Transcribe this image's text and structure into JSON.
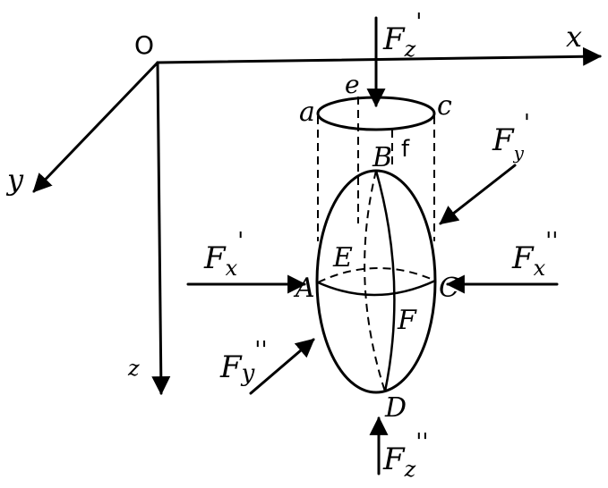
{
  "origin": "O",
  "axes": {
    "x": "x",
    "y": "y",
    "z": "z"
  },
  "forces": {
    "fz_top": {
      "main": "F",
      "sub": "z",
      "sup": "'"
    },
    "fy_top": {
      "main": "F",
      "sub": "y",
      "sup": "'"
    },
    "fx_left": {
      "main": "F",
      "sub": "x",
      "sup": "'"
    },
    "fx_right": {
      "main": "F",
      "sub": "x",
      "sup": "''"
    },
    "fy_bottom": {
      "main": "F",
      "sub": "y",
      "sup": "''"
    },
    "fz_bottom": {
      "main": "F",
      "sub": "z",
      "sup": "''"
    }
  },
  "points": {
    "a": "a",
    "e": "e",
    "c": "c",
    "f_small": "f",
    "A": "A",
    "B": "B",
    "C": "C",
    "D": "D",
    "E": "E",
    "F": "F"
  }
}
